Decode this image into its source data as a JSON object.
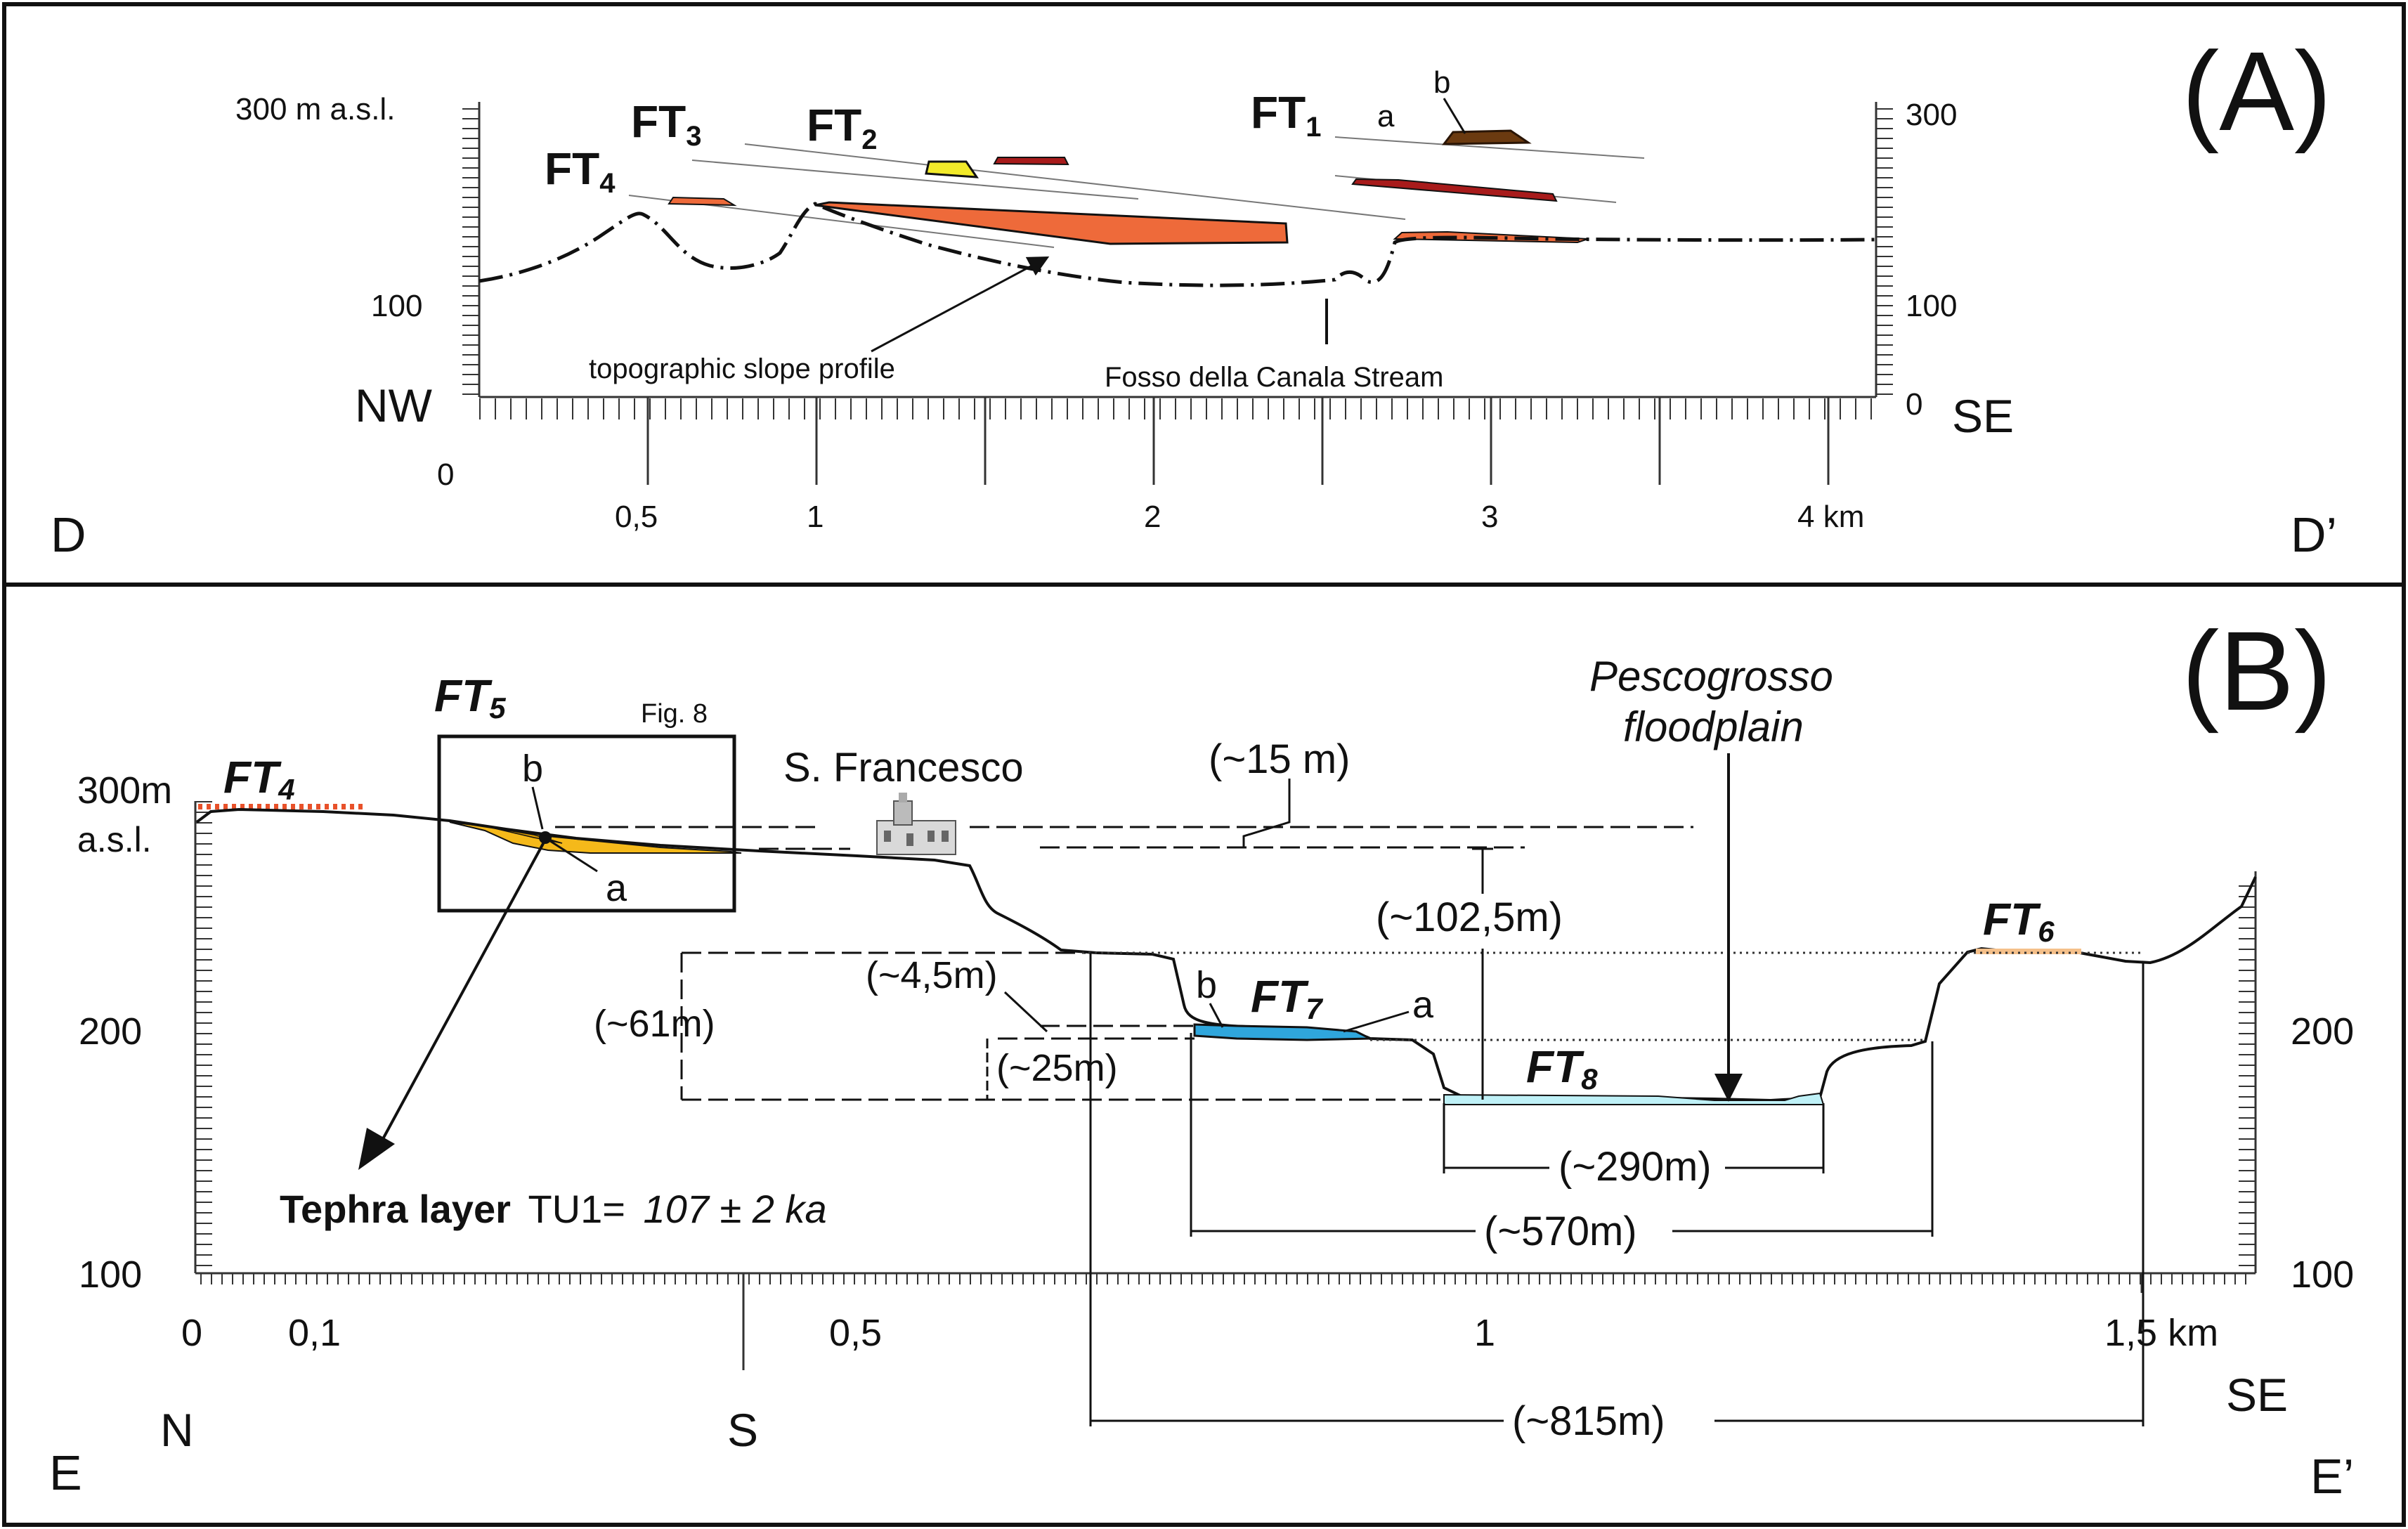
{
  "panel_a": {
    "panel_label": "(A)",
    "start_letter": "D",
    "end_letter": "D’",
    "elev_300_label": "300 m a.s.l.",
    "elev_100_left": "100",
    "nw": "NW",
    "se": "SE",
    "right_300": "300",
    "right_100": "100",
    "right_0": "0",
    "dist_0": "0",
    "dist_05": "0,5",
    "dist_1": "1",
    "dist_2": "2",
    "dist_3": "3",
    "dist_4": "4 km",
    "ft1": "FT",
    "ft1_sub": "1",
    "ft2": "FT",
    "ft2_sub": "2",
    "ft3": "FT",
    "ft3_sub": "3",
    "ft4": "FT",
    "ft4_sub": "4",
    "a": "a",
    "b": "b",
    "topo_label": "topographic slope profile",
    "stream_label": "Fosso della Canala Stream"
  },
  "panel_b": {
    "panel_label": "(B)",
    "start_letter": "E",
    "end_letter": "E’",
    "elev_300": "300m",
    "asl": "a.s.l.",
    "left_200": "200",
    "left_100": "100",
    "right_200": "200",
    "right_100": "100",
    "dist_0": "0",
    "dist_01": "0,1",
    "dist_05": "0,5",
    "dist_1": "1",
    "dist_15": "1,5 km",
    "n": "N",
    "s": "S",
    "se": "SE",
    "ft4": "FT",
    "ft4_sub": "4",
    "ft5": "FT",
    "ft5_sub": "5",
    "ft6": "FT",
    "ft6_sub": "6",
    "ft7": "FT",
    "ft7_sub": "7",
    "ft8": "FT",
    "ft8_sub": "8",
    "fig8": "Fig. 8",
    "b5": "b",
    "a5": "a",
    "b7": "b",
    "a7": "a",
    "francesco": "S. Francesco",
    "pesco_1": "Pescogrosso",
    "pesco_2": "floodplain",
    "m15": "(~15 m)",
    "m1025": "(~102,5m)",
    "m45": "(~4,5m)",
    "m61": "(~61m)",
    "m25": "(~25m)",
    "m290": "(~290m)",
    "m570": "(~570m)",
    "m815": "(~815m)",
    "tephra_bold": "Tephra layer",
    "tephra_tu": "TU1=",
    "tephra_age": "107 ± 2 ka"
  },
  "colors": {
    "ft1": "#6b3a10",
    "ft_dark_red": "#a81b1b",
    "ft_orange": "#ee6a3a",
    "ft2": "#f2ea2a",
    "ft5": "#f5b91a",
    "ft6": "#f5c08a",
    "ft7": "#2fa6dc",
    "ft8": "#bff1f7",
    "ft4_dots": "#e8512a"
  }
}
